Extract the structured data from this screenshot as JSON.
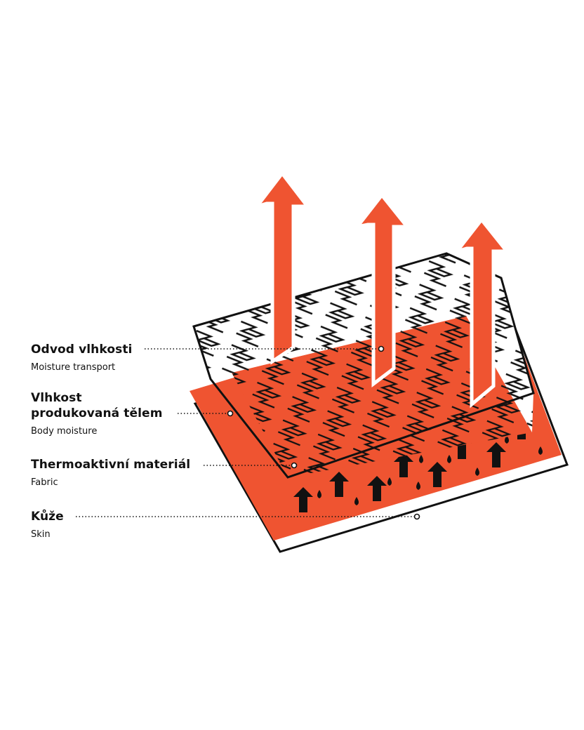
{
  "colors": {
    "accent": "#ef5431",
    "ink": "#111111",
    "background": "#ffffff"
  },
  "layers": [
    {
      "id": "odvod",
      "title": "Odvod vlhkosti",
      "subtitle": "Moisture transport"
    },
    {
      "id": "vlhkost",
      "title": "Vlhkost\nprodukovaná tělem",
      "subtitle": "Body moisture"
    },
    {
      "id": "thermo",
      "title": "Thermoaktivní materiál",
      "subtitle": "Fabric"
    },
    {
      "id": "kuze",
      "title": "Kůže",
      "subtitle": "Skin"
    }
  ],
  "icons": [
    "large-orange-up-arrow-icon",
    "small-black-up-arrow-icon",
    "water-droplet-icon",
    "zigzag-weave-pattern"
  ]
}
